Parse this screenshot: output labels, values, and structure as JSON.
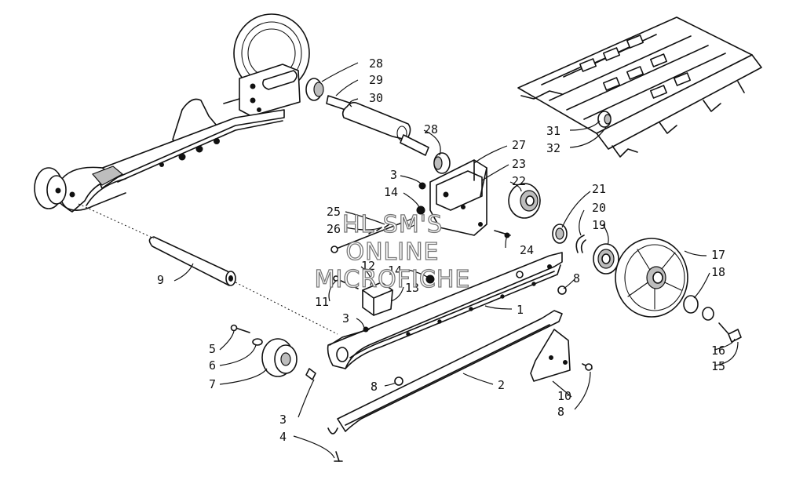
{
  "watermark": {
    "lines": [
      "HL SM'S",
      "ONLINE",
      "MICROFICHE"
    ]
  },
  "callouts": [
    {
      "id": "c28a",
      "label": "28"
    },
    {
      "id": "c29",
      "label": "29"
    },
    {
      "id": "c30",
      "label": "30"
    },
    {
      "id": "c28b",
      "label": "28"
    },
    {
      "id": "c27",
      "label": "27"
    },
    {
      "id": "c23",
      "label": "23"
    },
    {
      "id": "c22",
      "label": "22"
    },
    {
      "id": "c3a",
      "label": "3"
    },
    {
      "id": "c14a",
      "label": "14"
    },
    {
      "id": "c25",
      "label": "25"
    },
    {
      "id": "c26",
      "label": "26"
    },
    {
      "id": "c24",
      "label": "24"
    },
    {
      "id": "c21",
      "label": "21"
    },
    {
      "id": "c20",
      "label": "20"
    },
    {
      "id": "c19",
      "label": "19"
    },
    {
      "id": "c31",
      "label": "31"
    },
    {
      "id": "c32",
      "label": "32"
    },
    {
      "id": "c17",
      "label": "17"
    },
    {
      "id": "c18",
      "label": "18"
    },
    {
      "id": "c16",
      "label": "16"
    },
    {
      "id": "c15",
      "label": "15"
    },
    {
      "id": "c9",
      "label": "9"
    },
    {
      "id": "c12",
      "label": "12"
    },
    {
      "id": "c14b",
      "label": "14"
    },
    {
      "id": "c13",
      "label": "13"
    },
    {
      "id": "c11",
      "label": "11"
    },
    {
      "id": "c8a",
      "label": "8"
    },
    {
      "id": "c1",
      "label": "1"
    },
    {
      "id": "c3b",
      "label": "3"
    },
    {
      "id": "c5",
      "label": "5"
    },
    {
      "id": "c6",
      "label": "6"
    },
    {
      "id": "c7",
      "label": "7"
    },
    {
      "id": "c8b",
      "label": "8"
    },
    {
      "id": "c2",
      "label": "2"
    },
    {
      "id": "c10",
      "label": "10"
    },
    {
      "id": "c8c",
      "label": "8"
    },
    {
      "id": "c3c",
      "label": "3"
    },
    {
      "id": "c4",
      "label": "4"
    }
  ]
}
